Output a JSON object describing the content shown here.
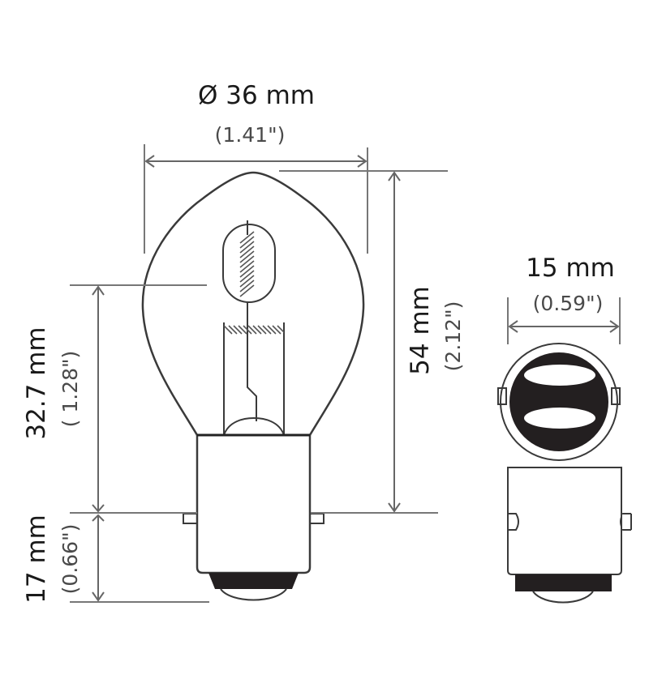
{
  "diagram": {
    "title": "Bulb dimension drawing",
    "colors": {
      "line": "#3a3a3a",
      "dimension": "#666666",
      "fill_dark": "#231f20",
      "background": "#ffffff"
    },
    "front_view": {
      "width_dim": {
        "metric": "Ø 36 mm",
        "imperial": "(1.41\")"
      },
      "overall_height_dim": {
        "metric": "54 mm",
        "imperial": "(2.12\")"
      },
      "light_center_dim": {
        "metric": "32.7 mm",
        "imperial": "( 1.28\")"
      },
      "base_height_dim": {
        "metric": "17 mm",
        "imperial": "(0.66\")"
      }
    },
    "side_view": {
      "base_diameter_dim": {
        "metric": "15 mm",
        "imperial": "(0.59\")"
      }
    }
  }
}
